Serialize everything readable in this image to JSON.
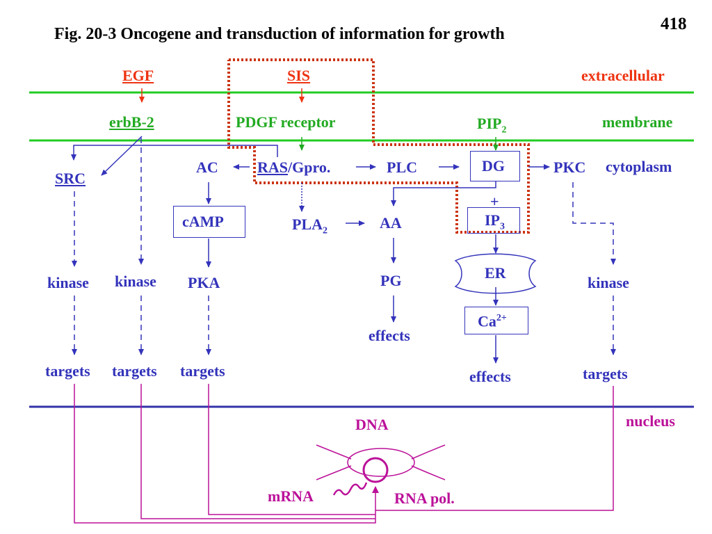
{
  "page_number": "418",
  "title": "Fig. 20-3  Oncogene and transduction of information for growth",
  "zones": {
    "extracellular": "extracellular",
    "membrane": "membrane",
    "cytoplasm": "cytoplasm",
    "nucleus": "nucleus"
  },
  "nodes": {
    "egf": "EGF",
    "sis": "SIS",
    "erbb2": "erbB-2",
    "pdgf_receptor": "PDGF receptor",
    "pip2": "PIP",
    "pip2_sub": "2",
    "src": "SRC",
    "ac": "AC",
    "ras": "RAS",
    "gpro": "/Gpro.",
    "plc": "PLC",
    "dg": "DG",
    "pkc": "PKC",
    "plus": "+",
    "camp": "cAMP",
    "pla2": "PLA",
    "pla2_sub": "2",
    "aa": "AA",
    "ip3": "IP",
    "ip3_sub": "3",
    "er": "ER",
    "kinase_src": "kinase",
    "kinase_erbb": "kinase",
    "pka": "PKA",
    "pg": "PG",
    "kinase_pkc": "kinase",
    "effects_pg": "effects",
    "ca": "Ca",
    "ca_sup": "2+",
    "targets_1": "targets",
    "targets_2": "targets",
    "targets_3": "targets",
    "effects_ca": "effects",
    "targets_4": "targets",
    "dna": "DNA",
    "mrna": "mRNA",
    "rna_pol": "RNA pol."
  },
  "colors": {
    "pathway": "#3333bb",
    "membrane_line": "#22cc22",
    "ligand_red": "#ee3311",
    "highlight_dotted": "#cc3311",
    "nucleus_purple": "#bb1199",
    "nucleus_line": "#3333aa"
  }
}
